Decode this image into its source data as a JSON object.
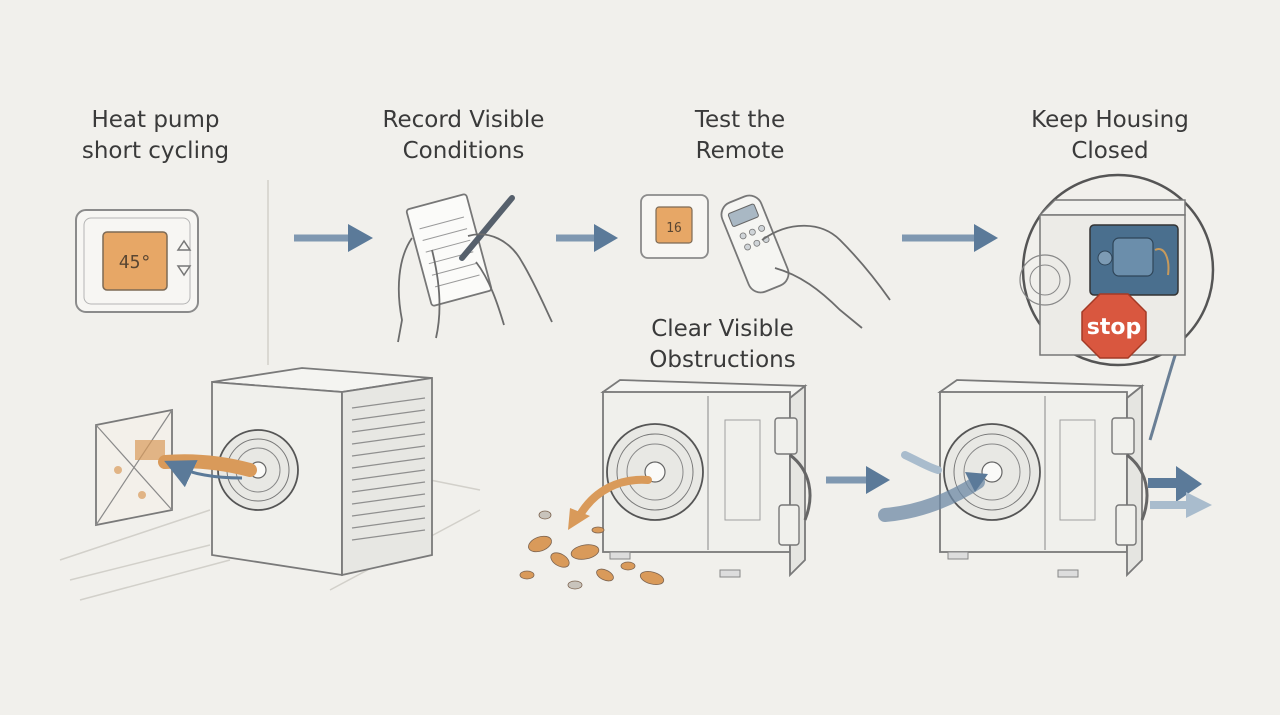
{
  "steps": [
    {
      "line1": "Heat pump",
      "line2": "short cycling"
    },
    {
      "line1": "Record Visible",
      "line2": "Conditions"
    },
    {
      "line1": "Test the",
      "line2": "Remote"
    },
    {
      "line1": "Keep Housing",
      "line2": "Closed"
    },
    {
      "line1": "Clear Visible",
      "line2": "Obstructions"
    }
  ],
  "thermostat": {
    "reading": "45°"
  },
  "remote_thermostat": {
    "reading": "16"
  },
  "stop_sign": {
    "text": "stop"
  },
  "colors": {
    "arrow_blue": "#5b7a99",
    "arrow_orange": "#d99a5a",
    "lcd_orange": "#e7a766",
    "stop_red": "#d9573f",
    "background": "#f1f0ec"
  },
  "icons": [
    "thermostat-icon",
    "notepad-icon",
    "pen-icon",
    "remote-icon",
    "outdoor-unit-icon",
    "leaves-icon",
    "stop-sign-icon",
    "compressor-icon"
  ]
}
